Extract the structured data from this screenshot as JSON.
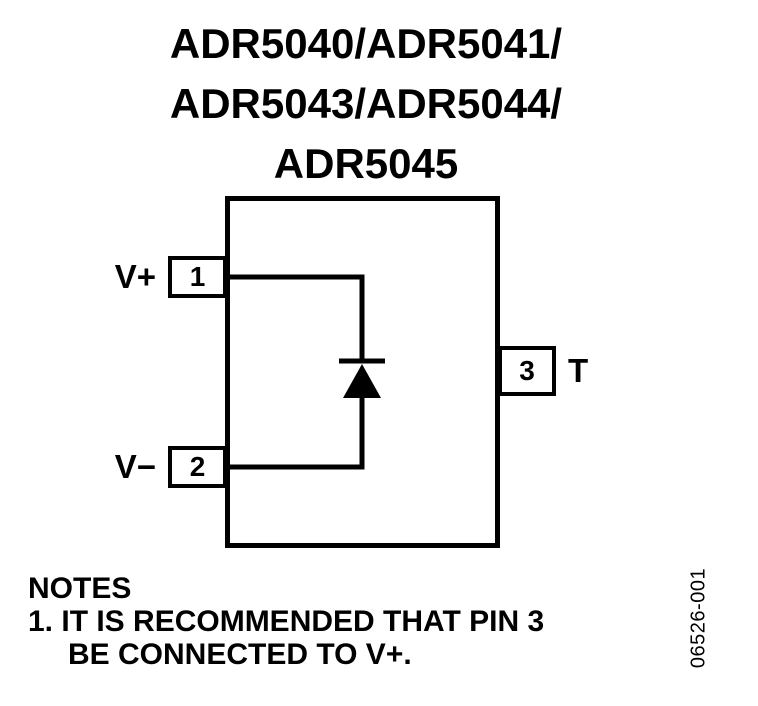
{
  "title": {
    "line1": "ADR5040/ADR5041/",
    "line2": "ADR5043/ADR5044/",
    "line3": "ADR5045"
  },
  "pins": [
    {
      "number": "1",
      "label": "V+",
      "side": "left"
    },
    {
      "number": "2",
      "label": "V−",
      "side": "left"
    },
    {
      "number": "3",
      "label": "T",
      "side": "right"
    }
  ],
  "internal_components": [
    {
      "name": "shunt-diode",
      "connects": "pin 1 (V+) cathode to pin 2 (V−) anode"
    }
  ],
  "notes": {
    "heading": "NOTES",
    "line1": "1. IT IS RECOMMENDED THAT PIN 3",
    "line2": "BE CONNECTED TO V+."
  },
  "figure_id": "06526-001",
  "colors": {
    "ink": "#000000",
    "background": "#ffffff"
  }
}
